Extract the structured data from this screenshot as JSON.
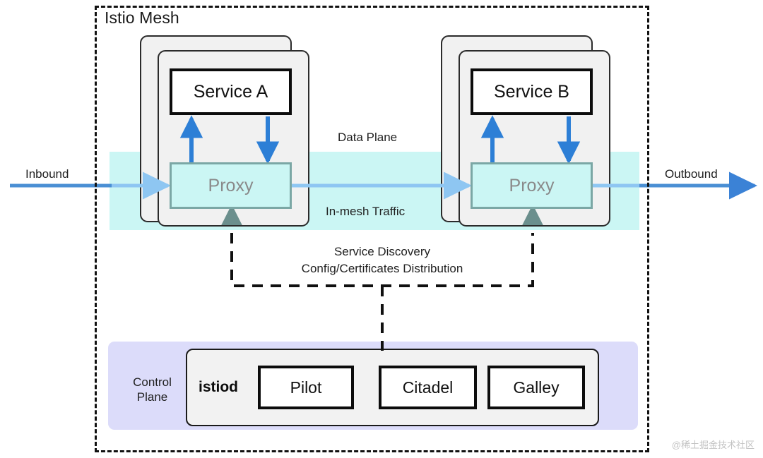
{
  "diagram": {
    "title": "Istio Mesh",
    "watermark": "@稀土掘金技术社区",
    "colors": {
      "mesh_border": "#111111",
      "mesh_band": "#cbf6f4",
      "pod_card": "#f1f1f1",
      "service_border": "#0c0c0c",
      "proxy_border": "#7ba7a5",
      "proxy_text": "#8a8a8a",
      "control_plane_panel": "#dcdcfa",
      "istiod_panel": "#f2f2f2",
      "traffic_arrow_outer": "#3b82d6",
      "traffic_arrow_inner": "#8ec6f2",
      "service_arrow": "#2d7fd6",
      "config_arrow": "#6b8f8d"
    },
    "edge_labels": {
      "inbound": "Inbound",
      "outbound": "Outbound"
    },
    "plane_labels": {
      "data_plane": "Data Plane",
      "in_mesh_traffic": "In-mesh Traffic",
      "control_flow_line1": "Service Discovery",
      "control_flow_line2": "Config/Certificates Distribution"
    },
    "pods": [
      {
        "id": "pod-a",
        "service": "Service A",
        "proxy": "Proxy"
      },
      {
        "id": "pod-b",
        "service": "Service B",
        "proxy": "Proxy"
      }
    ],
    "control_plane": {
      "label_line1": "Control",
      "label_line2": "Plane",
      "daemon": "istiod",
      "components": [
        "Pilot",
        "Citadel",
        "Galley"
      ]
    }
  }
}
